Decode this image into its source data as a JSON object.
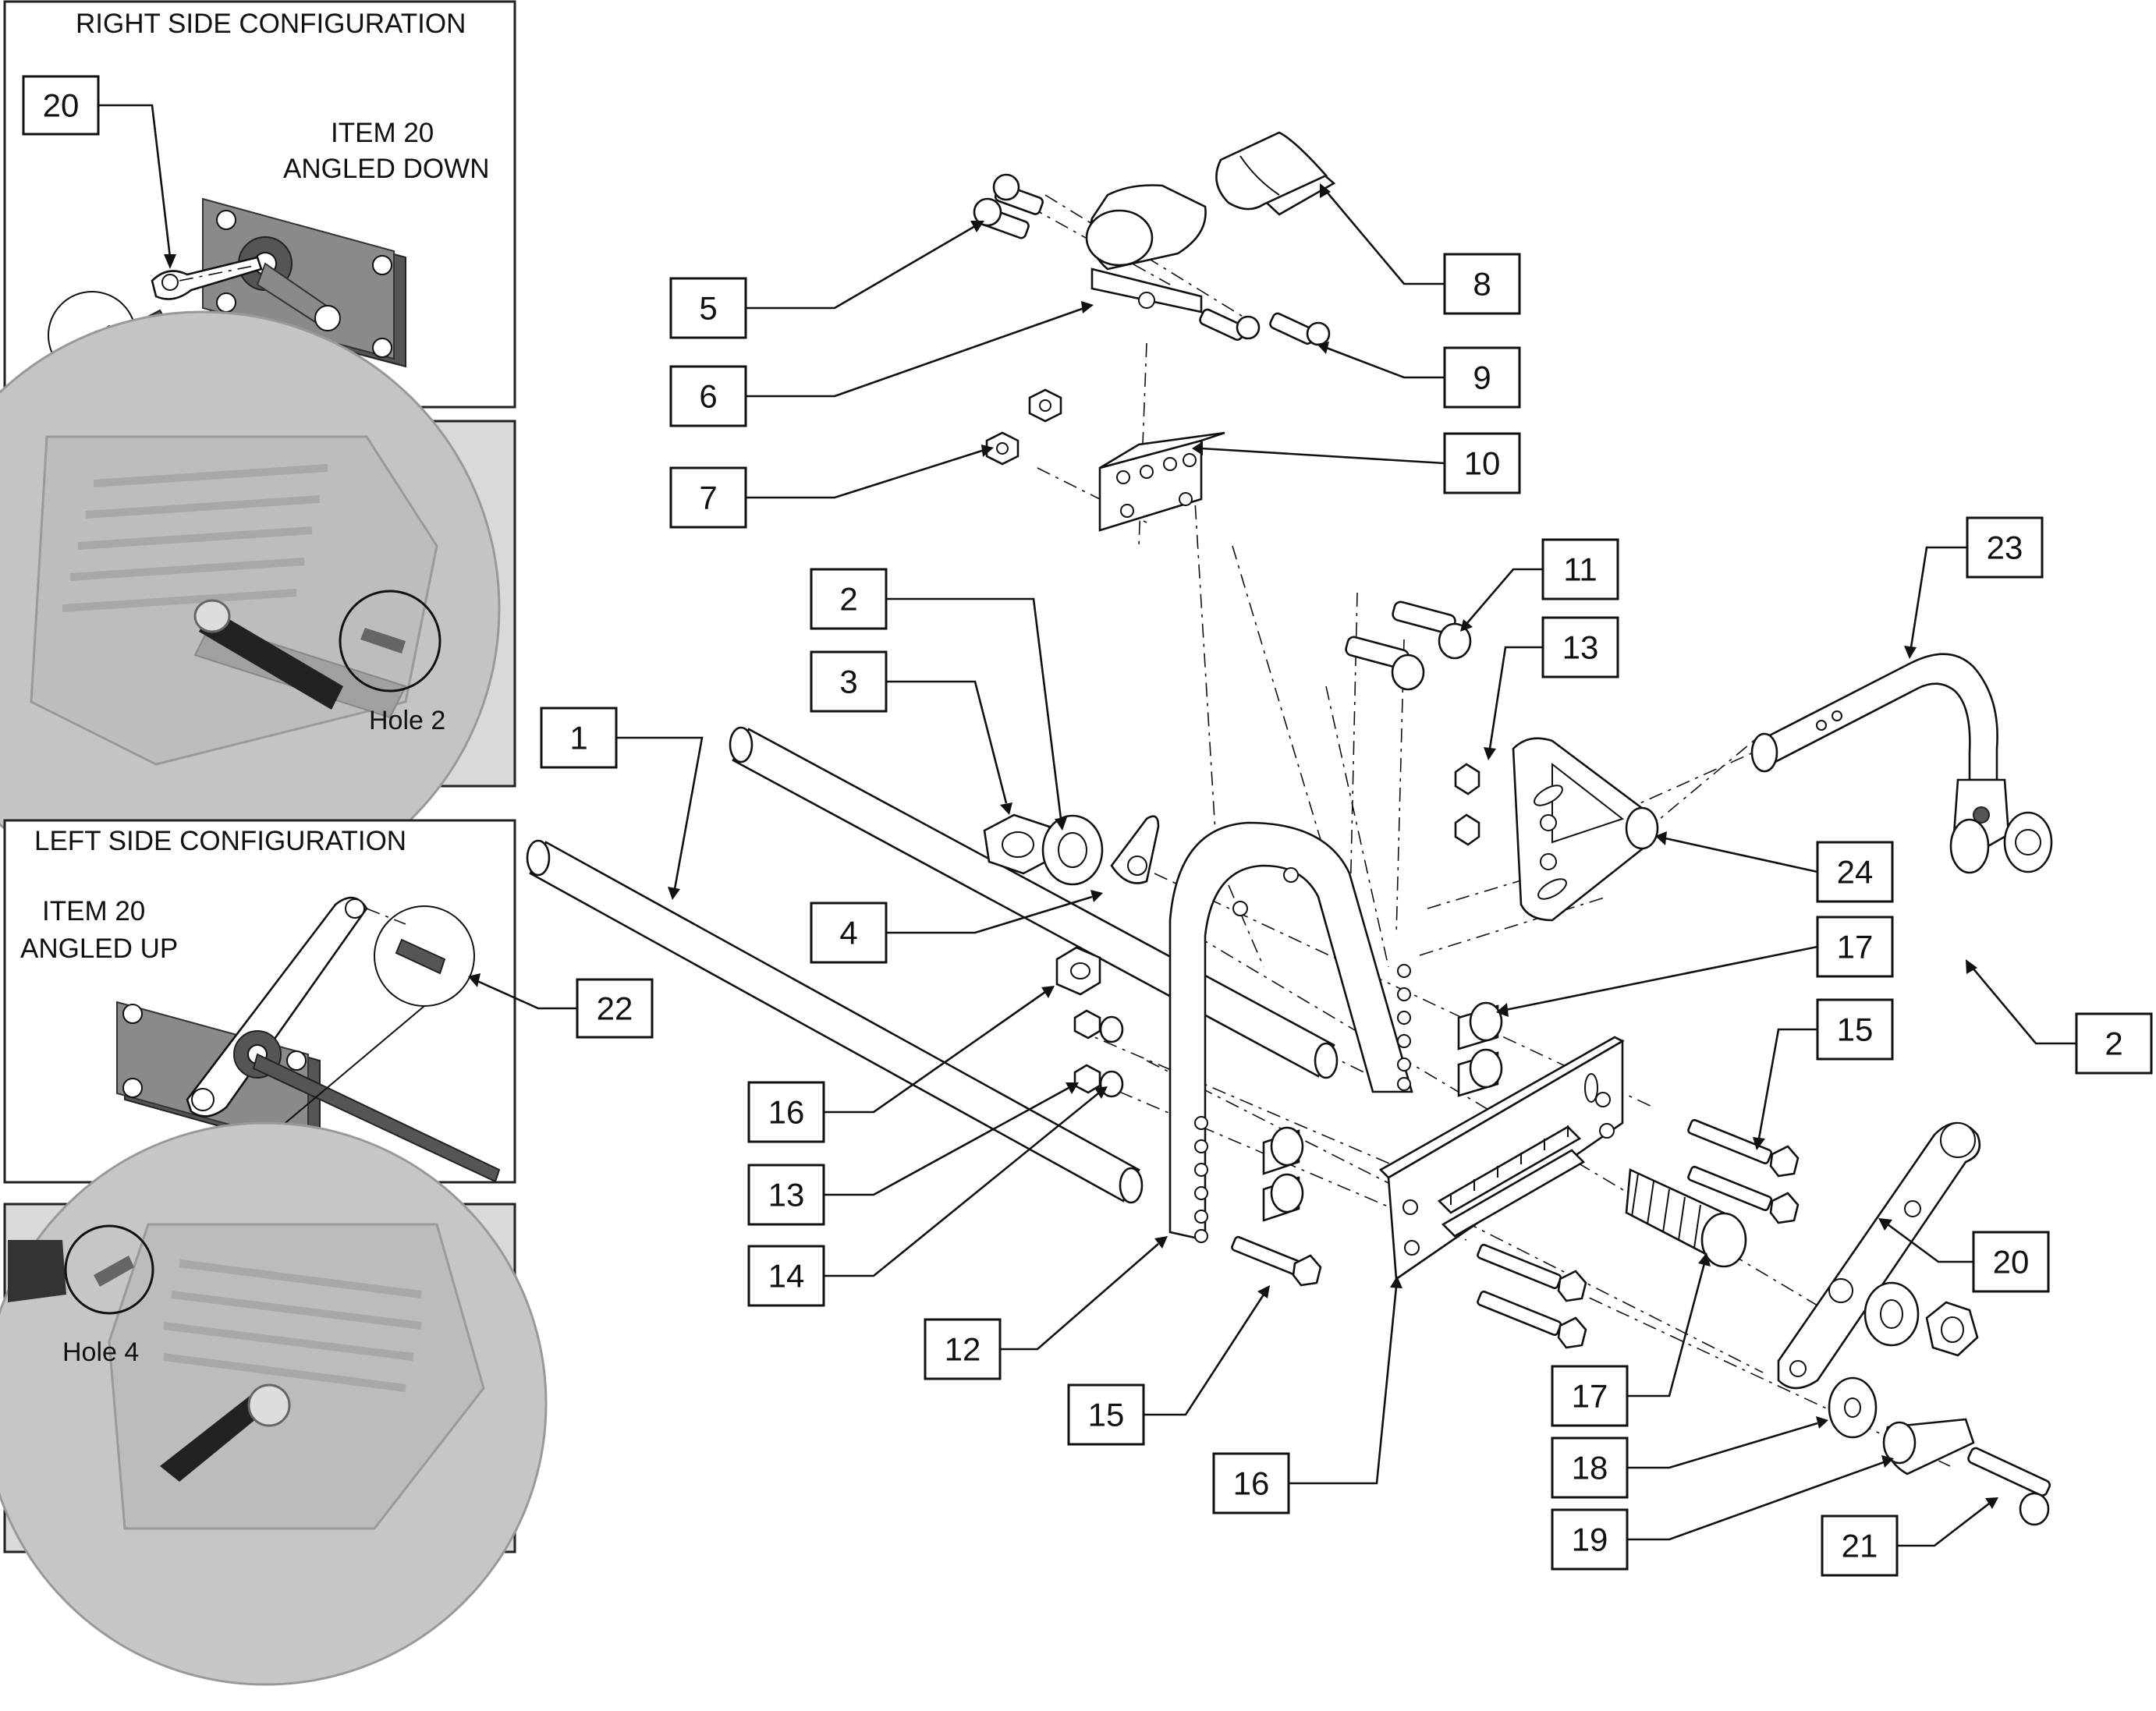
{
  "panels": {
    "right_config": {
      "title": "RIGHT SIDE CONFIGURATION",
      "note_line1": "ITEM 20",
      "note_line2": "ANGLED DOWN",
      "callout": "20"
    },
    "left_config": {
      "title": "LEFT SIDE CONFIGURATION",
      "note_line1": "ITEM 20",
      "note_line2": "ANGLED UP",
      "callout": "22"
    },
    "photo_right": {
      "label": "Hole 2"
    },
    "photo_left": {
      "label": "Hole 4"
    }
  },
  "callouts": {
    "c1": "1",
    "c2a": "2",
    "c2b": "2",
    "c3": "3",
    "c4": "4",
    "c5": "5",
    "c6": "6",
    "c7": "7",
    "c8": "8",
    "c9": "9",
    "c10": "10",
    "c11": "11",
    "c12": "12",
    "c13a": "13",
    "c13b": "13",
    "c14": "14",
    "c15a": "15",
    "c15b": "15",
    "c16a": "16",
    "c16b": "16",
    "c17a": "17",
    "c17b": "17",
    "c18": "18",
    "c19": "19",
    "c20": "20",
    "c21": "21",
    "c23": "23",
    "c24": "24"
  }
}
